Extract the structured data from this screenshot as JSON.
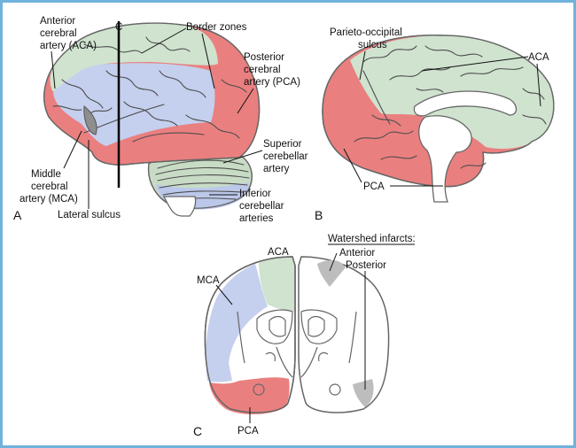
{
  "panels": {
    "a": "A",
    "b": "B",
    "c": "C"
  },
  "colors": {
    "aca": "#cfe3cf",
    "mca": "#c5cfee",
    "pca": "#ea7f7f",
    "watershed": "#bdbdbd",
    "cerebellum_superior": "#c8dcc5",
    "cerebellum_inferior": "#bcc8ea",
    "frame": "#6fb3dd"
  },
  "panel_a": {
    "cut_line_label": "C",
    "aca_label": [
      "Anterior",
      "cerebral",
      "artery (ACA)"
    ],
    "border_zones_label": "Border zones",
    "pca_label": [
      "Posterior",
      "cerebral",
      "artery (PCA)"
    ],
    "sup_cerebellar_label": [
      "Superior",
      "cerebellar",
      "artery"
    ],
    "inf_cerebellar_label": [
      "Inferior",
      "cerebellar",
      "arteries"
    ],
    "mca_label": [
      "Middle",
      "cerebral",
      "artery (MCA)"
    ],
    "lateral_sulcus_label": "Lateral sulcus"
  },
  "panel_b": {
    "parieto_occipital_label": [
      "Parieto-occipital",
      "sulcus"
    ],
    "aca_label": "ACA",
    "pca_label": "PCA"
  },
  "panel_c": {
    "aca_label": "ACA",
    "mca_label": "MCA",
    "pca_label": "PCA",
    "watershed_title": "Watershed infarcts:",
    "anterior_label": "Anterior",
    "posterior_label": "Posterior"
  }
}
